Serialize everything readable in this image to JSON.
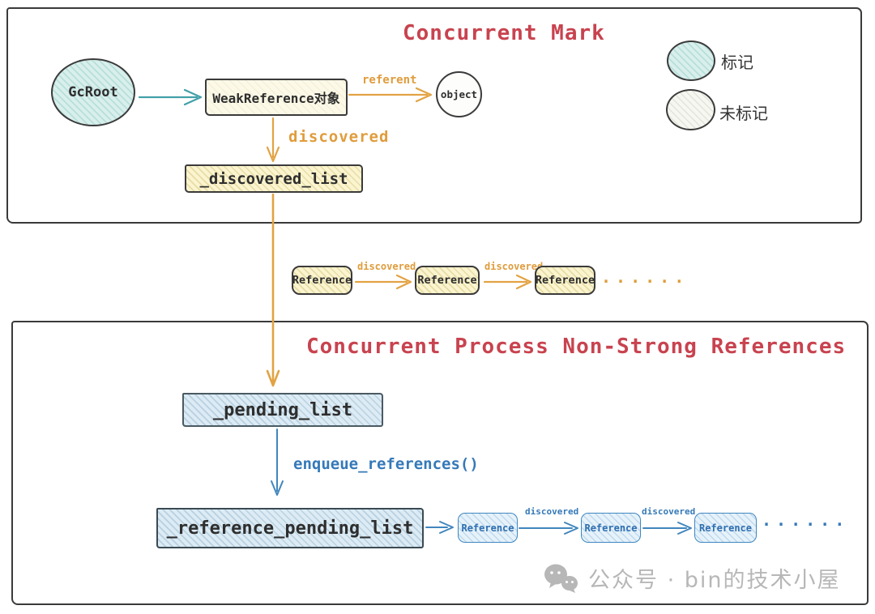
{
  "colors": {
    "title_red": "#c8434f",
    "orange_accent": "#e2a344",
    "teal_accent": "#43a0a8",
    "blue_accent": "#3579b8",
    "marked_fill": "#d9efec",
    "unmarked_fill": "#f7f7f2",
    "yellow_fill": "#faf4cf",
    "cream_fill": "#fcf9e8",
    "blue_fill": "#dcebf4",
    "watermark_gray": "#b7b7b7"
  },
  "concurrent_mark": {
    "title": "Concurrent Mark",
    "nodes": {
      "gcroot": "GcRoot",
      "weak_reference": "WeakReference对象",
      "object": "object",
      "discovered_list": "_discovered_list"
    },
    "edge_referent": "referent",
    "edge_discovered": "discovered",
    "legend": {
      "marked": "标记",
      "unmarked": "未标记"
    }
  },
  "middle_chain": {
    "nodes": [
      "Reference",
      "Reference",
      "Reference"
    ],
    "edge_label": "discovered",
    "ellipsis": "......"
  },
  "concurrent_process": {
    "title": "Concurrent Process Non-Strong References",
    "nodes": {
      "pending_list": "_pending_list",
      "reference_pending_list": "_reference_pending_list"
    },
    "edge_enqueue": "enqueue_references()",
    "chain": [
      "Reference",
      "Reference",
      "Reference"
    ],
    "edge_label": "discovered",
    "ellipsis": "......"
  },
  "watermark": {
    "text": "公众号 · bin的技术小屋"
  }
}
